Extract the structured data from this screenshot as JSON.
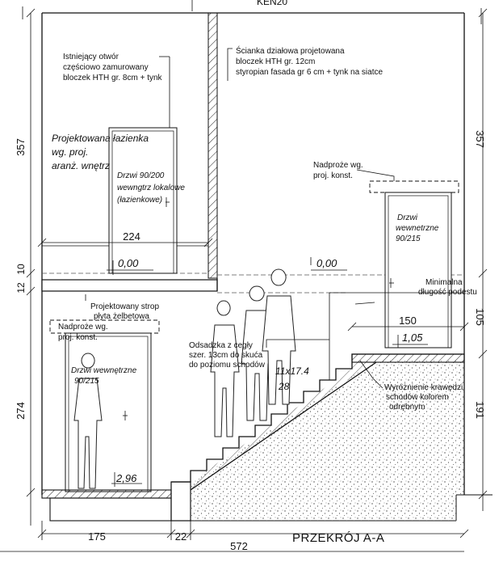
{
  "top_label": "KEN20",
  "annotations": {
    "existing_opening": [
      "Istniejący otwór",
      "częściowo zamurowany",
      "bloczek HTH gr. 8cm + tynk"
    ],
    "partition_wall": [
      "Ścianka działowa projetowana",
      "bloczek HTH gr. 12cm",
      "styropian fasada gr 6 cm + tynk na siatce"
    ],
    "bathroom": [
      "Projektowana łazienka",
      "wg. proj.",
      "aranż. wnętrz"
    ],
    "door_bathroom": [
      "Drzwi 90/200",
      "wewngtrz lokalowe",
      "(łazienkowe)"
    ],
    "lintel_upper": [
      "Nadproże wg.",
      "proj. konst."
    ],
    "door_upper_right": [
      "Drzwi",
      "wewnetrzne",
      "90/215"
    ],
    "landing": [
      "Minimalna",
      "długość podestu"
    ],
    "slab": [
      "Projektowany strop",
      "płyta żelbetowa"
    ],
    "lintel_lower": [
      "Nadproże wg.",
      "proj. konst."
    ],
    "door_lower": [
      "Drzwi wewnętrzne",
      "90/215"
    ],
    "brick_offset": [
      "Odsadzka z cegły",
      "szer. 13cm do skuća",
      "do poziomu schodów"
    ],
    "stairs_ratio": "11x17.4",
    "stairs_depth": "28",
    "stairs_edge": [
      "Wyróżnienie krawędzi",
      "schodów kolorem",
      "odrębnym"
    ]
  },
  "levels": {
    "upper_left": "0,00",
    "upper_right": "0,00",
    "landing": "1,05",
    "lower": "2,96"
  },
  "dimensions": {
    "left_upper": "357",
    "right_upper": "357",
    "left_slab_a": "10",
    "left_slab_b": "12",
    "left_lower": "274",
    "right_landing": "105",
    "right_lower": "191",
    "bathroom_width": "224",
    "landing_width": "150",
    "bottom_left": "175",
    "bottom_mid": "22",
    "bottom_total": "572"
  },
  "section_title": "PRZEKRÓJ A-A"
}
